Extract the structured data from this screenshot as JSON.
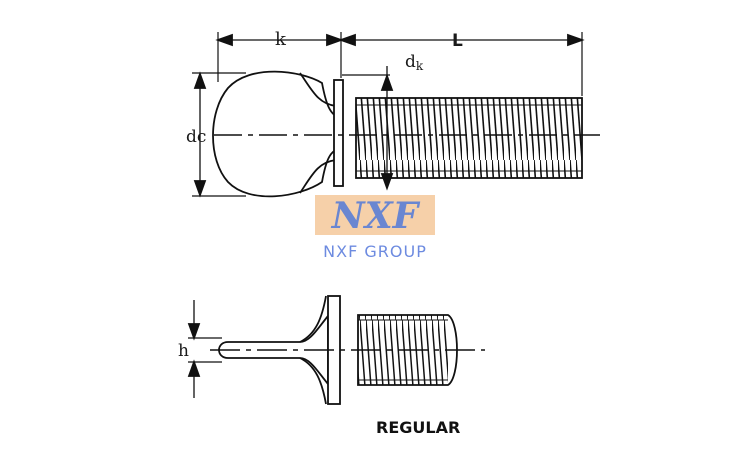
{
  "top_drawing": {
    "dim_k": "k",
    "dim_L": "L",
    "dim_dk": "d",
    "dim_dk_sub": "k",
    "dim_dc": "dc"
  },
  "bottom_drawing": {
    "dim_h": "h",
    "caption": "REGULAR"
  },
  "watermark": {
    "logo_text": "NXF",
    "group_text": "NXF GROUP",
    "logo_color": "#f5c89a",
    "logo_text_color": "#5b7fd6",
    "group_text_color": "#6d8be0"
  },
  "colors": {
    "line": "#111111"
  }
}
